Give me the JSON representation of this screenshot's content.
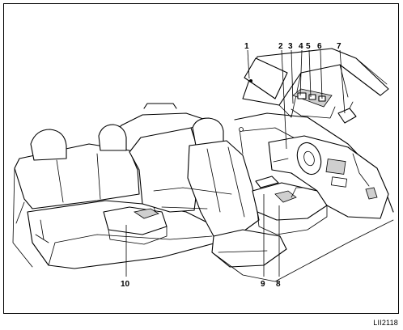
{
  "callouts": [
    "1",
    "2",
    "3",
    "4",
    "5",
    "6",
    "7",
    "8",
    "9",
    "10"
  ],
  "figure_code": "LII2118"
}
